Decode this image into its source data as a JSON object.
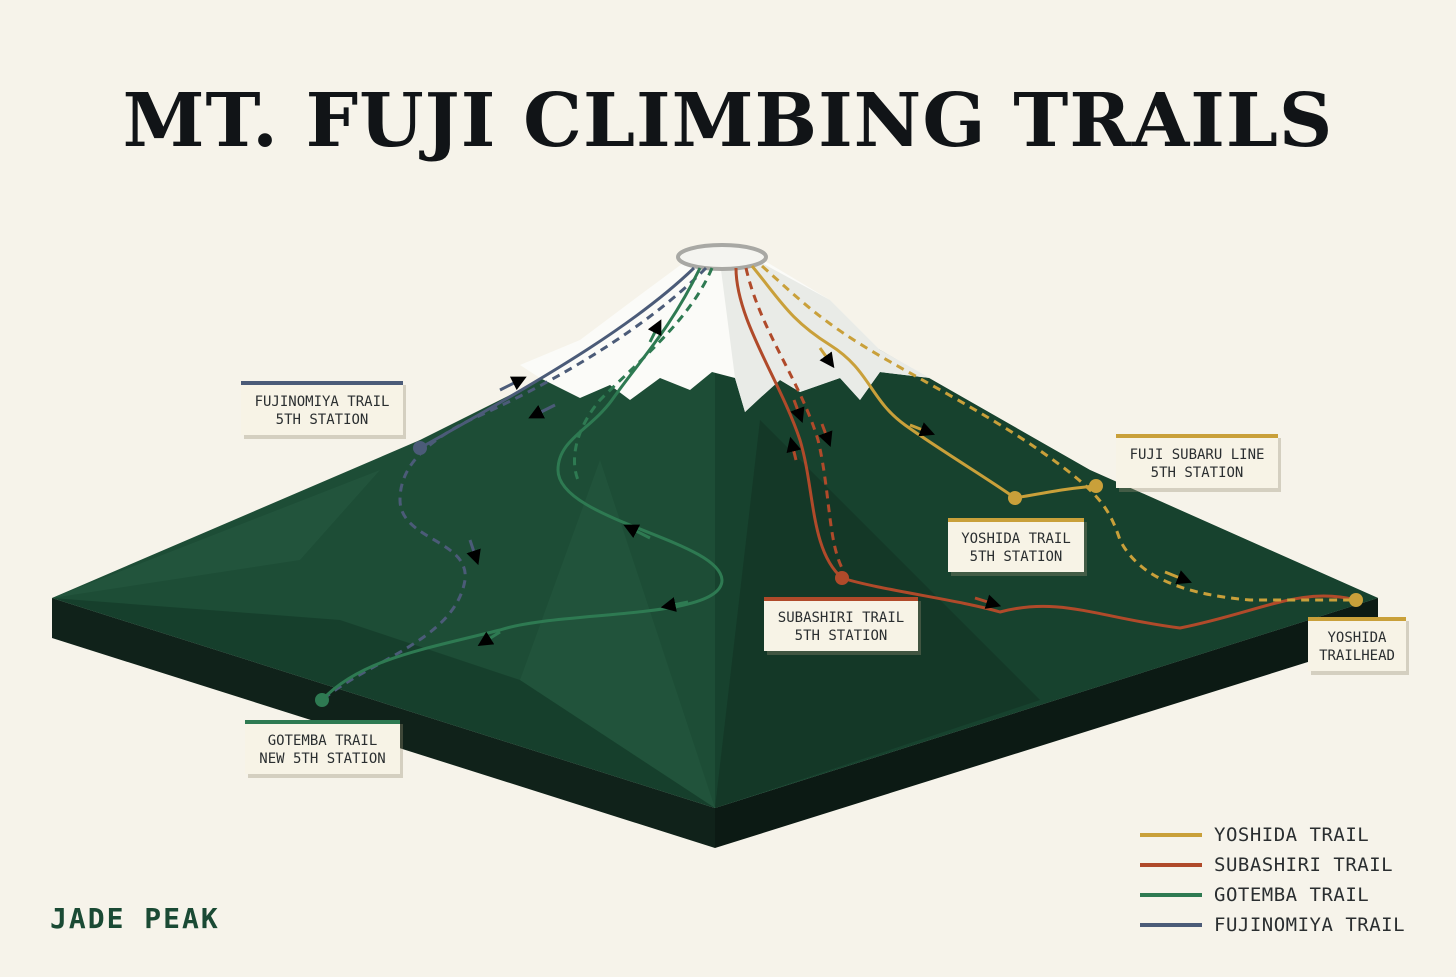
{
  "title": "MT. FUJI CLIMBING TRAILS",
  "brand": "JADE PEAK",
  "colors": {
    "background": "#f6f3ea",
    "mountain": "#1d4d36",
    "mountain_dark": "#133726",
    "snow": "#fbfbf8",
    "yoshida": "#c9a03a",
    "subashiri": "#b04a2a",
    "gotemba": "#2e7a52",
    "fujinomiya": "#4b5b78"
  },
  "labels": {
    "fujinomiya": {
      "line1": "FUJINOMIYA TRAIL",
      "line2": "5TH STATION"
    },
    "gotemba": {
      "line1": "GOTEMBA TRAIL",
      "line2": "NEW 5TH STATION"
    },
    "subashiri": {
      "line1": "SUBASHIRI TRAIL",
      "line2": "5TH STATION"
    },
    "yoshida_station": {
      "line1": "YOSHIDA TRAIL",
      "line2": "5TH STATION"
    },
    "subaru": {
      "line1": "FUJI SUBARU LINE",
      "line2": "5TH STATION"
    },
    "yoshida_trailhead": {
      "line1": "YOSHIDA",
      "line2": "TRAILHEAD"
    }
  },
  "legend": [
    {
      "label": "YOSHIDA TRAIL",
      "color": "#c9a03a"
    },
    {
      "label": "SUBASHIRI TRAIL",
      "color": "#b04a2a"
    },
    {
      "label": "GOTEMBA TRAIL",
      "color": "#2e7a52"
    },
    {
      "label": "FUJINOMIYA TRAIL",
      "color": "#4b5b78"
    }
  ]
}
